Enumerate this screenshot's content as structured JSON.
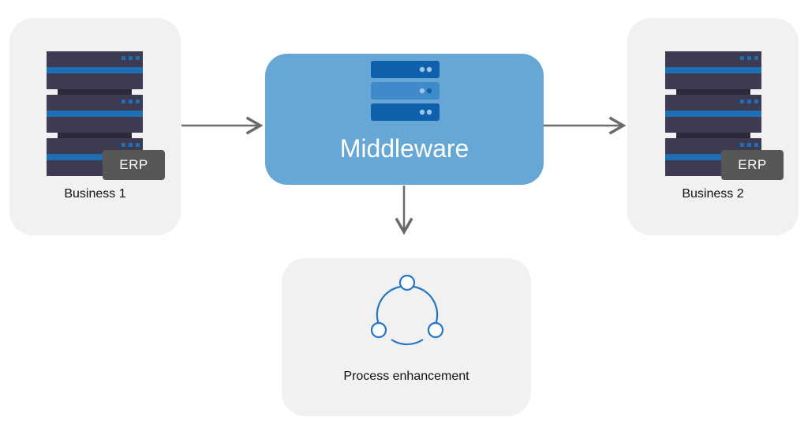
{
  "business_left": {
    "label": "Business 1",
    "badge": "ERP",
    "icon": "server-rack-icon"
  },
  "middleware": {
    "label": "Middleware",
    "icon": "server-stack-icon"
  },
  "business_right": {
    "label": "Business 2",
    "badge": "ERP",
    "icon": "server-rack-icon"
  },
  "process": {
    "label": "Process enhancement",
    "icon": "cycle-icon"
  },
  "colors": {
    "card_background": "#f1f1f1",
    "middleware_fill": "#67a7d6",
    "server_body": "#3d3b52",
    "server_accent": "#1f6fb7",
    "badge_fill": "#565656",
    "arrow": "#6a6a6a",
    "cycle_icon": "#2476c5"
  }
}
